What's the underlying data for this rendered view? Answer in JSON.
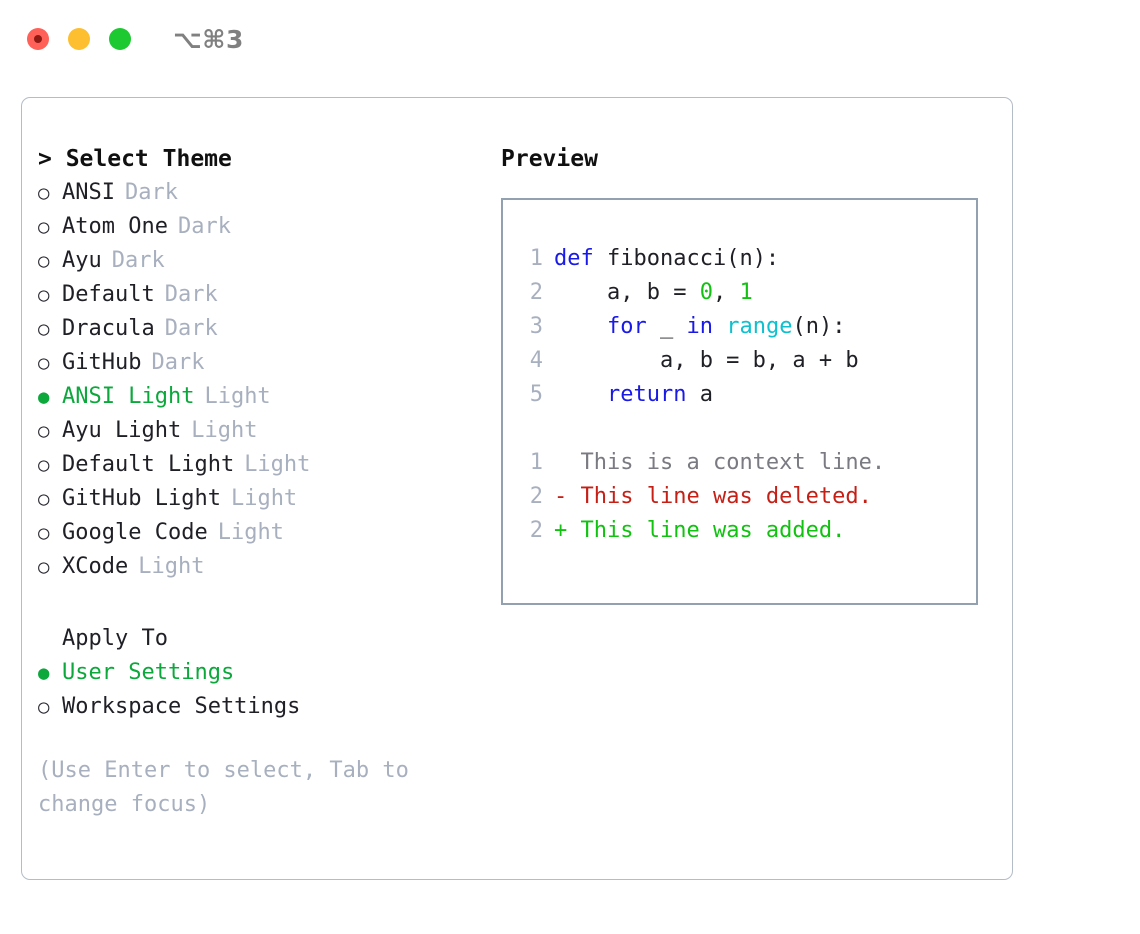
{
  "titlebar": {
    "shortcut": "⌥⌘3",
    "lights": {
      "close_label": "close",
      "minimize_label": "minimize",
      "maximize_label": "maximize"
    }
  },
  "theme_panel": {
    "title": "> Select Theme",
    "selected_bullet": "●",
    "unselected_bullet": "○",
    "selected_color": "#0ca83c",
    "tag_color": "#a8b0bf",
    "items": [
      {
        "bullet": "○",
        "label": "ANSI",
        "tag": "Dark",
        "selected": false
      },
      {
        "bullet": "○",
        "label": "Atom One",
        "tag": "Dark",
        "selected": false
      },
      {
        "bullet": "○",
        "label": "Ayu",
        "tag": "Dark",
        "selected": false
      },
      {
        "bullet": "○",
        "label": "Default",
        "tag": "Dark",
        "selected": false
      },
      {
        "bullet": "○",
        "label": "Dracula",
        "tag": "Dark",
        "selected": false
      },
      {
        "bullet": "○",
        "label": "GitHub",
        "tag": "Dark",
        "selected": false
      },
      {
        "bullet": "●",
        "label": "ANSI Light",
        "tag": "Light",
        "selected": true
      },
      {
        "bullet": "○",
        "label": "Ayu Light",
        "tag": "Light",
        "selected": false
      },
      {
        "bullet": "○",
        "label": "Default Light",
        "tag": "Light",
        "selected": false
      },
      {
        "bullet": "○",
        "label": "GitHub Light",
        "tag": "Light",
        "selected": false
      },
      {
        "bullet": "○",
        "label": "Google Code",
        "tag": "Light",
        "selected": false
      },
      {
        "bullet": "○",
        "label": "XCode",
        "tag": "Light",
        "selected": false
      }
    ]
  },
  "apply_to": {
    "title": "Apply To",
    "items": [
      {
        "bullet": "●",
        "label": "User Settings",
        "selected": true
      },
      {
        "bullet": "○",
        "label": "Workspace Settings",
        "selected": false
      }
    ]
  },
  "hint": "(Use Enter to select, Tab to change focus)",
  "preview": {
    "label": "Preview",
    "code_lines": [
      {
        "no": "1",
        "tokens": [
          {
            "t": "def",
            "c": "kw"
          },
          {
            "t": " fibonacci(n):",
            "c": "plain"
          }
        ]
      },
      {
        "no": "2",
        "tokens": [
          {
            "t": "    a, b = ",
            "c": "plain"
          },
          {
            "t": "0",
            "c": "num"
          },
          {
            "t": ", ",
            "c": "plain"
          },
          {
            "t": "1",
            "c": "num"
          }
        ]
      },
      {
        "no": "3",
        "tokens": [
          {
            "t": "    ",
            "c": "plain"
          },
          {
            "t": "for",
            "c": "kw"
          },
          {
            "t": " _ ",
            "c": "plain"
          },
          {
            "t": "in",
            "c": "kw"
          },
          {
            "t": " ",
            "c": "plain"
          },
          {
            "t": "range",
            "c": "fn"
          },
          {
            "t": "(n):",
            "c": "plain"
          }
        ]
      },
      {
        "no": "4",
        "tokens": [
          {
            "t": "        a, b = b, a + b",
            "c": "plain"
          }
        ]
      },
      {
        "no": "5",
        "tokens": [
          {
            "t": "    ",
            "c": "plain"
          },
          {
            "t": "return",
            "c": "kw"
          },
          {
            "t": " a",
            "c": "plain"
          }
        ]
      }
    ],
    "diff_lines": [
      {
        "no": "1",
        "marker": " ",
        "text": "This is a context line.",
        "kind": "ctx"
      },
      {
        "no": "2",
        "marker": "-",
        "text": "This line was deleted.",
        "kind": "del"
      },
      {
        "no": "2",
        "marker": "+",
        "text": "This line was added.",
        "kind": "add"
      }
    ],
    "colors": {
      "keyword": "#1a1ae6",
      "function": "#0fc0cf",
      "number": "#13c113",
      "plain": "#1f1f26",
      "lineno": "#a8b0bf",
      "diff_context": "#7a7a82",
      "diff_deleted": "#c51f16",
      "diff_added": "#11c211"
    }
  }
}
